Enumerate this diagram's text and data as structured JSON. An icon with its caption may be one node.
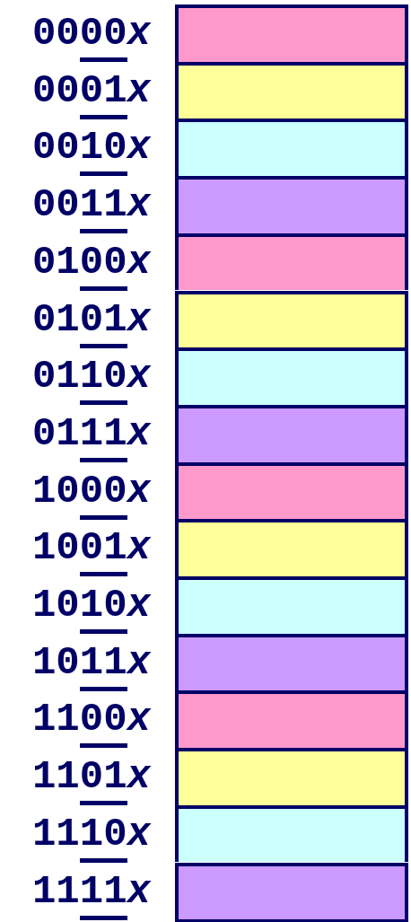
{
  "diagram": {
    "nodes": [
      {
        "text": [],
        "shape": "box",
        "beside": [
          "0000x"
        ]
      },
      {
        "text": [],
        "shape": "box",
        "beside": [
          "0001x"
        ]
      },
      {
        "text": [],
        "shape": "box",
        "beside": [
          "0010x"
        ]
      },
      {
        "text": [],
        "shape": "box",
        "beside": [
          "0011x"
        ]
      },
      {
        "text": [],
        "shape": "box",
        "beside": [
          "0100x"
        ]
      },
      {
        "text": [],
        "shape": "box",
        "beside": [
          "0101x"
        ]
      },
      {
        "text": [],
        "shape": "box",
        "beside": [
          "0110x"
        ]
      },
      {
        "text": [],
        "shape": "box",
        "beside": [
          "0111x"
        ]
      },
      {
        "text": [],
        "shape": "box",
        "beside": [
          "1000x"
        ]
      },
      {
        "text": [],
        "shape": "box",
        "beside": [
          "1001x"
        ]
      },
      {
        "text": [],
        "shape": "box",
        "beside": [
          "1010x"
        ]
      },
      {
        "text": [],
        "shape": "box",
        "beside": [
          "1011x"
        ]
      },
      {
        "text": [],
        "shape": "box",
        "beside": [
          "1100x"
        ]
      },
      {
        "text": [],
        "shape": "box",
        "beside": [
          "1101x"
        ]
      },
      {
        "text": [],
        "shape": "box",
        "beside": [
          "1110x"
        ]
      },
      {
        "text": [],
        "shape": "box",
        "beside": [
          "1111x"
        ]
      }
    ]
  }
}
